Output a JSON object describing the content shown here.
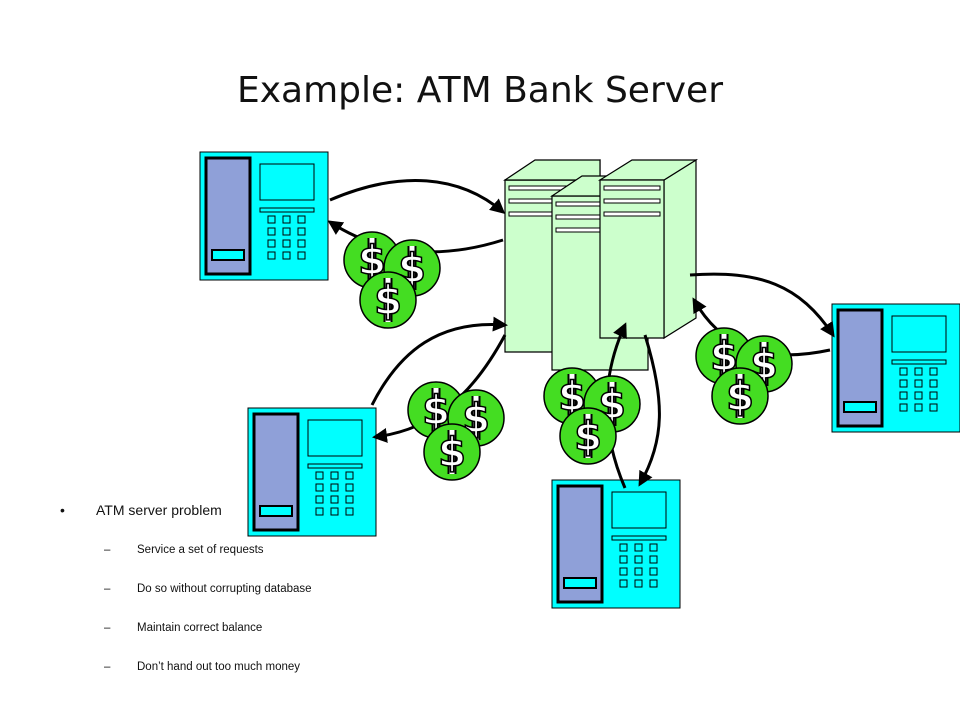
{
  "slide": {
    "title": "Example: ATM Bank Server"
  },
  "bullets": {
    "main_marker": "•",
    "main": "ATM server problem",
    "sub_marker": "–",
    "sub": [
      "Service a set of requests",
      "Do so without corrupting database",
      "Maintain correct balance",
      "Don’t hand out too much money"
    ]
  },
  "symbols": {
    "currency": "$"
  },
  "colors": {
    "atm_body": "#00ffff",
    "atm_panel": "#8fa0d8",
    "server_body": "#ccffcc",
    "coin": "#44dd22",
    "text": "#111111"
  }
}
